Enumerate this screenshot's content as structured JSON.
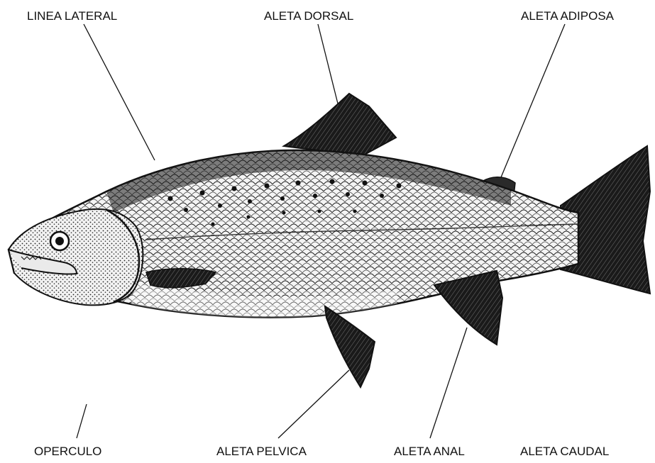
{
  "labels": {
    "linea_lateral": "LINEA LATERAL",
    "aleta_dorsal": "ALETA DORSAL",
    "aleta_adiposa": "ALETA ADIPOSA",
    "operculo": "OPERCULO",
    "aleta_pelvica": "ALETA PELVICA",
    "aleta_anal": "ALETA ANAL",
    "aleta_caudal": "ALETA CAUDAL"
  },
  "colors": {
    "ink": "#111111",
    "fill_light": "#e9e9e9",
    "fill_dark": "#1a1a1a"
  }
}
